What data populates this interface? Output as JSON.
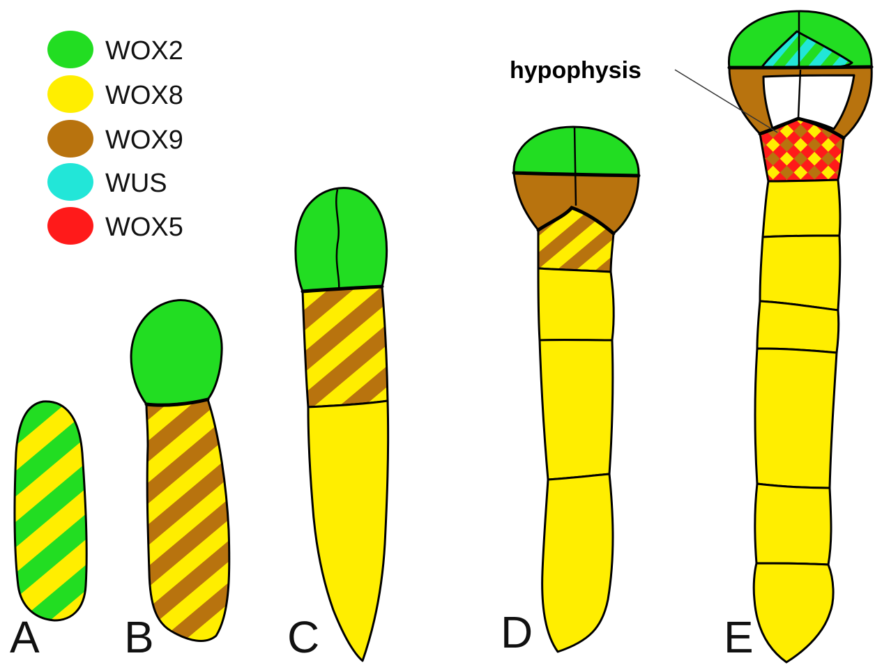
{
  "legend": {
    "items": [
      {
        "label": "WOX2",
        "color": "#22dd22"
      },
      {
        "label": "WOX8",
        "color": "#ffee00"
      },
      {
        "label": "WOX9",
        "color": "#b8730e"
      },
      {
        "label": "WUS",
        "color": "#22e6d8"
      },
      {
        "label": "WOX5",
        "color": "#ff1a1a"
      }
    ]
  },
  "panels": [
    {
      "label": "A"
    },
    {
      "label": "B"
    },
    {
      "label": "C"
    },
    {
      "label": "D"
    },
    {
      "label": "E"
    }
  ],
  "annotation": {
    "label": "hypophysis"
  }
}
